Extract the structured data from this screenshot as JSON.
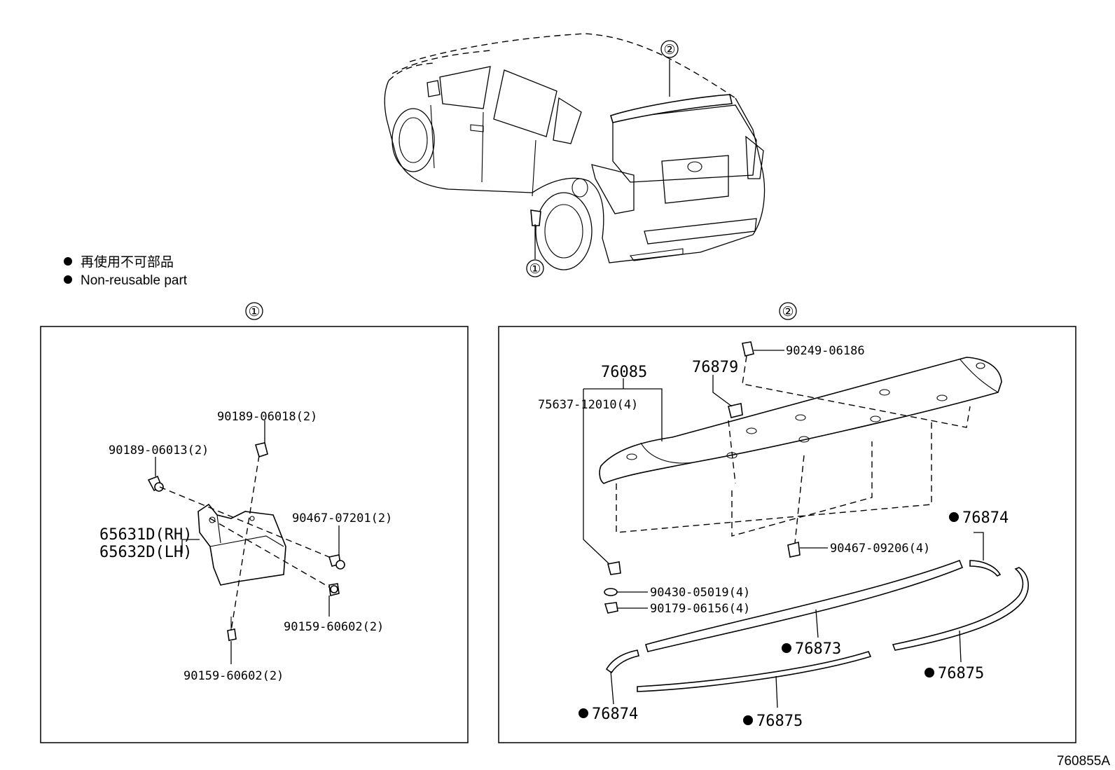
{
  "legend": {
    "line1": "再使用不可部品",
    "line2": "Non-reusable part"
  },
  "sections": {
    "one": "①",
    "two": "②"
  },
  "car_callouts": {
    "one": "①",
    "two": "②"
  },
  "panel1": {
    "labels": [
      "90189-06018(2)",
      "90189-06013(2)",
      "90467-07201(2)",
      "65631D(RH)",
      "65632D(LH)",
      "90159-60602(2)",
      "90159-60602(2)"
    ]
  },
  "panel2": {
    "labels": [
      "90249-06186",
      "76879",
      "76085",
      "75637-12010(4)",
      "76874",
      "90467-09206(4)",
      "90430-05019(4)",
      "90179-06156(4)",
      "76873",
      "76875",
      "76874",
      "76875"
    ]
  },
  "diagram_code": "760855A"
}
